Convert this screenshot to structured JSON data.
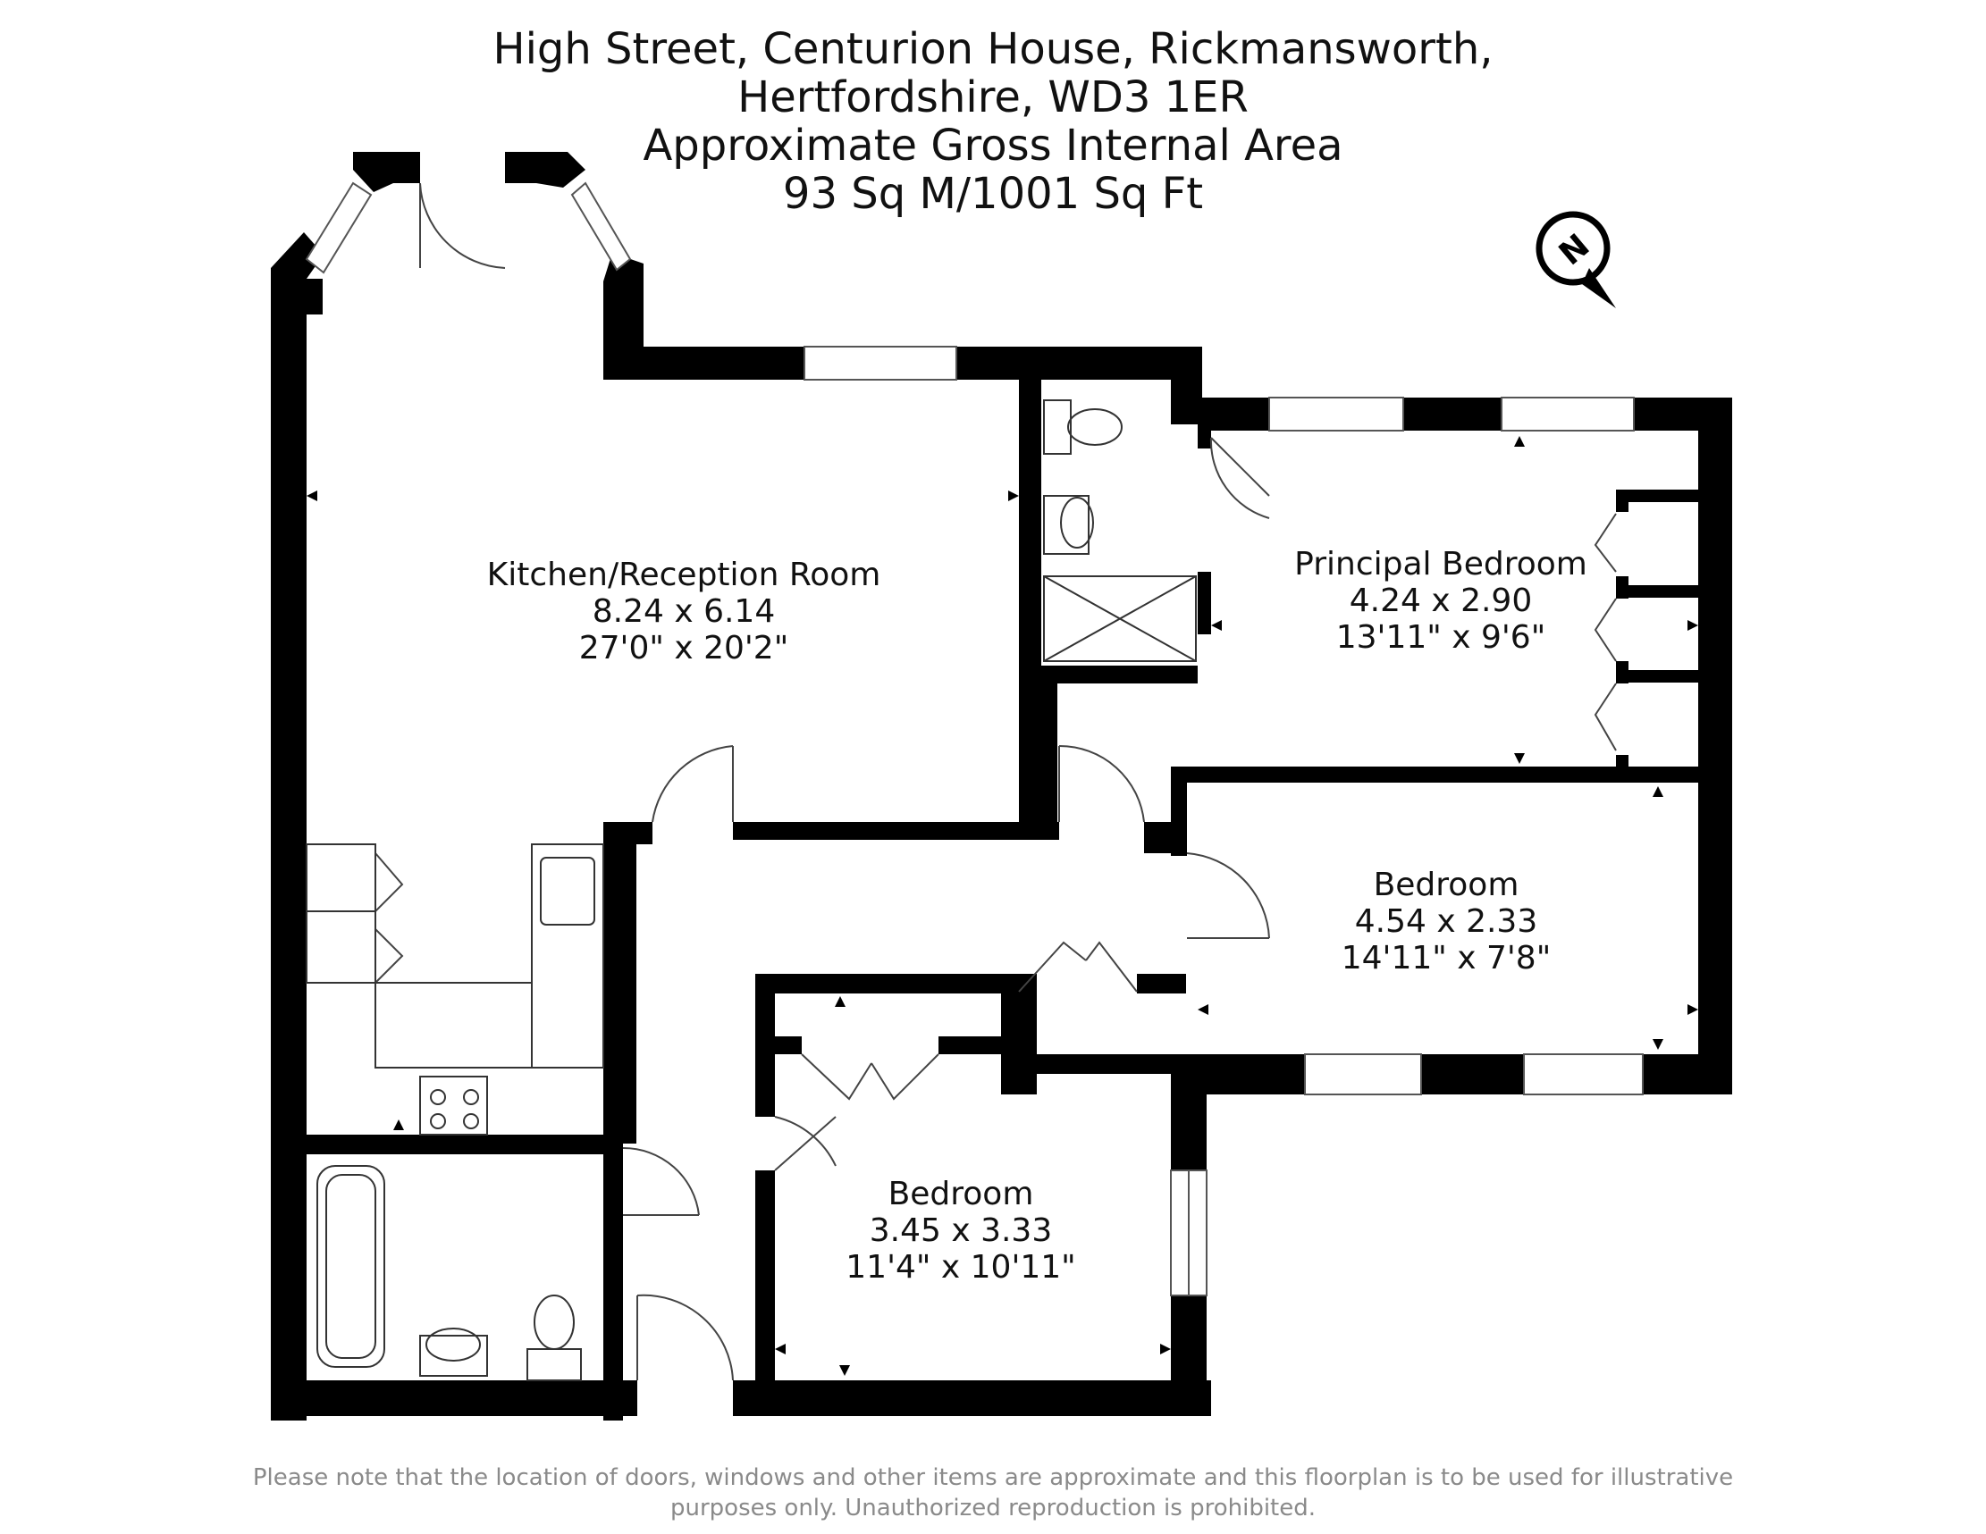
{
  "header": {
    "line1": "High Street, Centurion House, Rickmansworth,",
    "line2": "Hertfordshire, WD3 1ER",
    "line3": "Approximate Gross Internal Area",
    "line4": "93 Sq M/1001 Sq Ft"
  },
  "compass": {
    "letter": "N"
  },
  "rooms": [
    {
      "name": "Kitchen/Reception Room",
      "metric": "8.24 x 6.14",
      "imperial": "27'0\" x 20'2\""
    },
    {
      "name": "Principal Bedroom",
      "metric": "4.24 x 2.90",
      "imperial": "13'11\" x 9'6\""
    },
    {
      "name": "Bedroom",
      "metric": "4.54 x 2.33",
      "imperial": "14'11\" x 7'8\""
    },
    {
      "name": "Bedroom",
      "metric": "3.45 x 3.33",
      "imperial": "11'4\" x 10'11\""
    }
  ],
  "footer": {
    "line1": "Please note that the location of doors, windows and other items are approximate and this floorplan is to be used for illustrative",
    "line2": "purposes only. Unauthorized reproduction is prohibited."
  }
}
